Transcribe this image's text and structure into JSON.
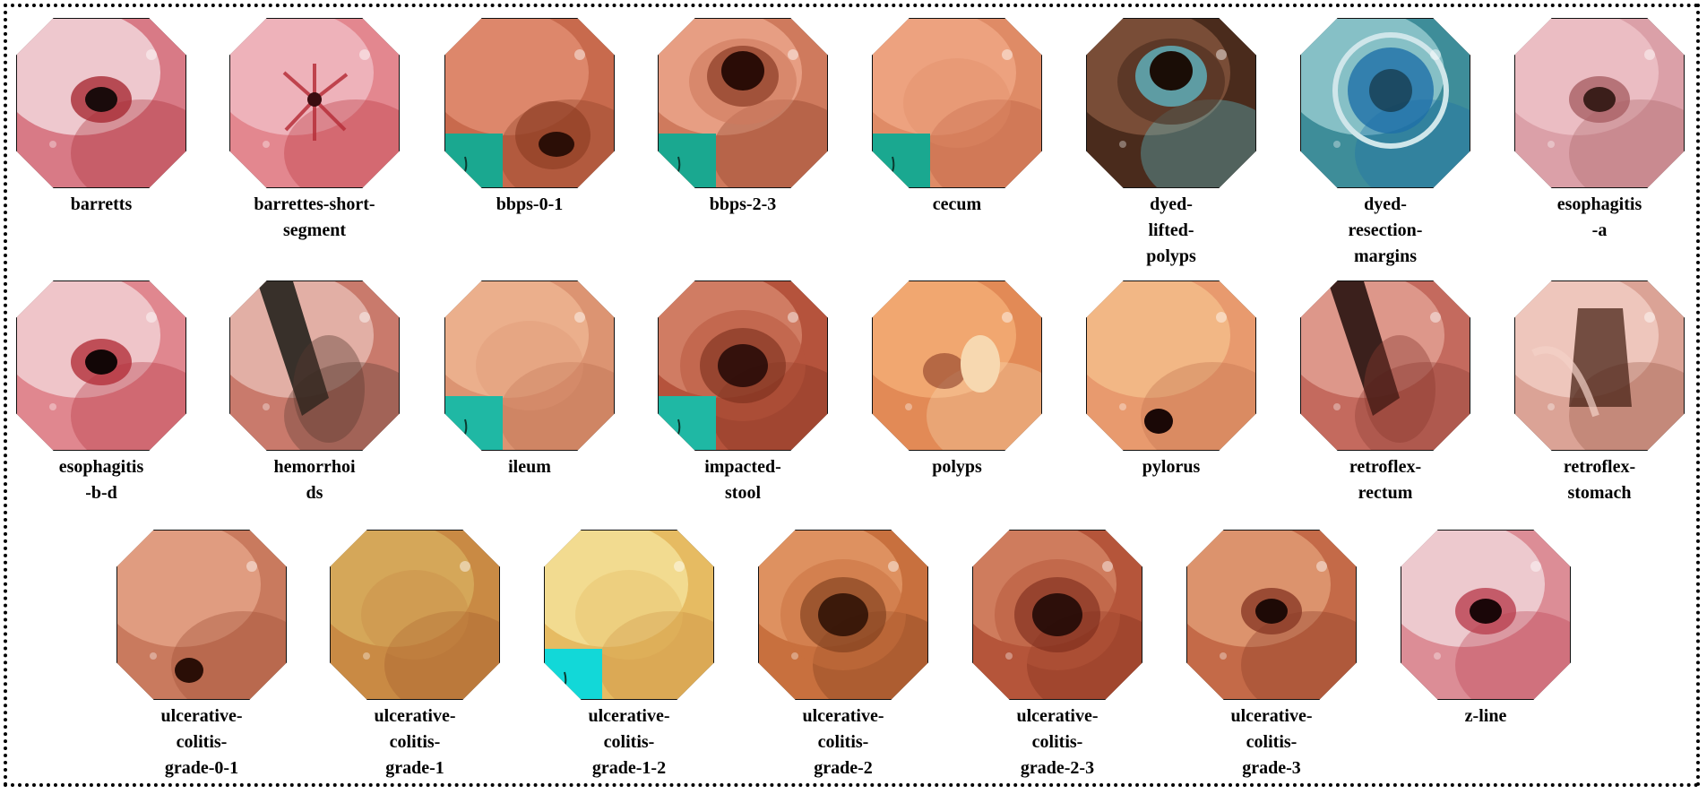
{
  "tiles": [
    {
      "label": "barretts",
      "palette": [
        "#f6e3e6",
        "#d87a86",
        "#a82a35",
        "#1a0b0b"
      ],
      "lumen": "dark-center",
      "overlay": false
    },
    {
      "label": "barrettes-short-\nsegment",
      "palette": [
        "#f1c0c8",
        "#e3878f",
        "#b7303a",
        "#3a0d10"
      ],
      "lumen": "star",
      "overlay": false
    },
    {
      "label": "bbps-0-1",
      "palette": [
        "#e49275",
        "#c86a4d",
        "#8a3b22",
        "#2b0e06"
      ],
      "lumen": "tunnel-low",
      "overlay": true,
      "overlay_color": "#1aa890"
    },
    {
      "label": "bbps-2-3",
      "palette": [
        "#efab90",
        "#cf7a5d",
        "#8a3c25",
        "#2a0c06"
      ],
      "lumen": "tunnel-top",
      "overlay": true,
      "overlay_color": "#1aa890"
    },
    {
      "label": "cecum",
      "palette": [
        "#f2aa88",
        "#df8b66",
        "#b65a3b",
        "#6b2a16"
      ],
      "lumen": "none",
      "overlay": true,
      "overlay_color": "#1aa890"
    },
    {
      "label": "dyed-\nlifted-\npolyps",
      "palette": [
        "#8a5a40",
        "#4a2b1c",
        "#5fc8d8",
        "#1a0d06"
      ],
      "lumen": "tunnel-top",
      "overlay": false
    },
    {
      "label": "dyed-\nresection-\nmargins",
      "palette": [
        "#9fd2d6",
        "#3e8d99",
        "#1e6fa8",
        "#0d2630"
      ],
      "lumen": "ring",
      "overlay": false
    },
    {
      "label": "esophagitis\n-a",
      "palette": [
        "#f0c7cc",
        "#dba0a8",
        "#a96065",
        "#3b1e1a"
      ],
      "lumen": "dark-center",
      "overlay": false
    },
    {
      "label": "esophagitis\n-b-d",
      "palette": [
        "#f4d9dc",
        "#e0878f",
        "#b3303b",
        "#120606"
      ],
      "lumen": "dark-center",
      "overlay": false
    },
    {
      "label": "hemorrhoi\nds",
      "palette": [
        "#eac2b8",
        "#c97a6c",
        "#5a3a30",
        "#1a1a14"
      ],
      "lumen": "scope",
      "overlay": false
    },
    {
      "label": "ileum",
      "palette": [
        "#f0b896",
        "#dc9472",
        "#b86a4a",
        "#6a3a20"
      ],
      "lumen": "none",
      "overlay": true,
      "overlay_color": "#1fb8a4"
    },
    {
      "label": "impacted-\nstool",
      "palette": [
        "#d98a70",
        "#b5533c",
        "#7a2e1c",
        "#220806"
      ],
      "lumen": "tunnel-center",
      "overlay": true,
      "overlay_color": "#1fb8a4"
    },
    {
      "label": "polyps",
      "palette": [
        "#f5b07a",
        "#e28a56",
        "#f7d8b0",
        "#7a2a18"
      ],
      "lumen": "polyp",
      "overlay": false
    },
    {
      "label": "pylorus",
      "palette": [
        "#f6c08e",
        "#e89a6e",
        "#c0704e",
        "#1a0806"
      ],
      "lumen": "small-low",
      "overlay": false
    },
    {
      "label": "retroflex-\nrectum",
      "palette": [
        "#e6a79a",
        "#c46a5e",
        "#8a3a30",
        "#1e0a08"
      ],
      "lumen": "scope",
      "overlay": false
    },
    {
      "label": "retroflex-\nstomach",
      "palette": [
        "#f4d2c8",
        "#dba396",
        "#9a5a48",
        "#4a2418"
      ],
      "lumen": "fold",
      "overlay": false
    },
    {
      "label": "ulcerative-\ncolitis-\ngrade-0-1",
      "palette": [
        "#e7a88c",
        "#c97a5e",
        "#9a4a32",
        "#2a0e06"
      ],
      "lumen": "small-low",
      "overlay": false
    },
    {
      "label": "ulcerative-\ncolitis-\ngrade-1",
      "palette": [
        "#d8b060",
        "#c98a44",
        "#a0582c",
        "#3a1a08"
      ],
      "lumen": "none",
      "overlay": false
    },
    {
      "label": "ulcerative-\ncolitis-\ngrade-1-2",
      "palette": [
        "#f6e6a0",
        "#e6bb62",
        "#c58a40",
        "#3a200c"
      ],
      "lumen": "none",
      "overlay": true,
      "overlay_color": "#12d8d8"
    },
    {
      "label": "ulcerative-\ncolitis-\ngrade-2",
      "palette": [
        "#e69c6c",
        "#c8703e",
        "#7a3a1a",
        "#2a0e04"
      ],
      "lumen": "tunnel-center",
      "overlay": false
    },
    {
      "label": "ulcerative-\ncolitis-\ngrade-2-3",
      "palette": [
        "#d88a6a",
        "#b5553a",
        "#7a2a1a",
        "#1a0604"
      ],
      "lumen": "tunnel-center",
      "overlay": false
    },
    {
      "label": "ulcerative-\ncolitis-\ngrade-3",
      "palette": [
        "#e4a27a",
        "#c46a48",
        "#8a3a26",
        "#1e0a06"
      ],
      "lumen": "dark-center",
      "overlay": false
    },
    {
      "label": "z-line",
      "palette": [
        "#f3dde0",
        "#dc8d96",
        "#b94050",
        "#1a0608"
      ],
      "lumen": "dark-center",
      "overlay": false
    }
  ]
}
